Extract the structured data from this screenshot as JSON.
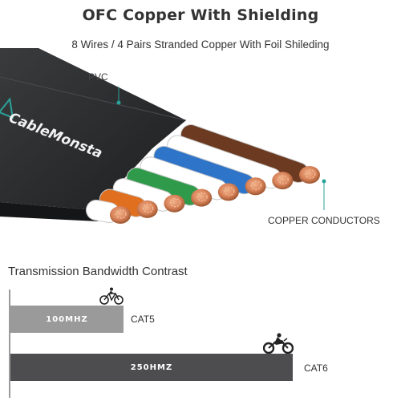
{
  "header": {
    "title": "OFC Copper With Shielding",
    "subtitle": "8 Wires / 4 Pairs Stranded Copper With Foil Shileding"
  },
  "cable": {
    "brand": "CableMonsta",
    "pvc_label": "PVC",
    "conductors_label": "COPPER CONDUCTORS",
    "wire_colors": [
      "#ffffff",
      "#e06f1f",
      "#ffffff",
      "#2f9b4a",
      "#ffffff",
      "#2e74c8",
      "#ffffff",
      "#6b3a20"
    ],
    "jacket_color": "#2b2c2e",
    "pointer_color": "#2aa39a",
    "copper_color": "#d9835a"
  },
  "bandwidth": {
    "title": "Transmission Bandwidth Contrast",
    "bars": [
      {
        "name": "CAT5",
        "value_label": "100MHZ",
        "value": 100,
        "color": "#9a9a9a",
        "icon": "bicycle-icon"
      },
      {
        "name": "CAT6",
        "value_label": "250HMZ",
        "value": 250,
        "color": "#4d4d4f",
        "icon": "motorcycle-icon"
      }
    ]
  }
}
